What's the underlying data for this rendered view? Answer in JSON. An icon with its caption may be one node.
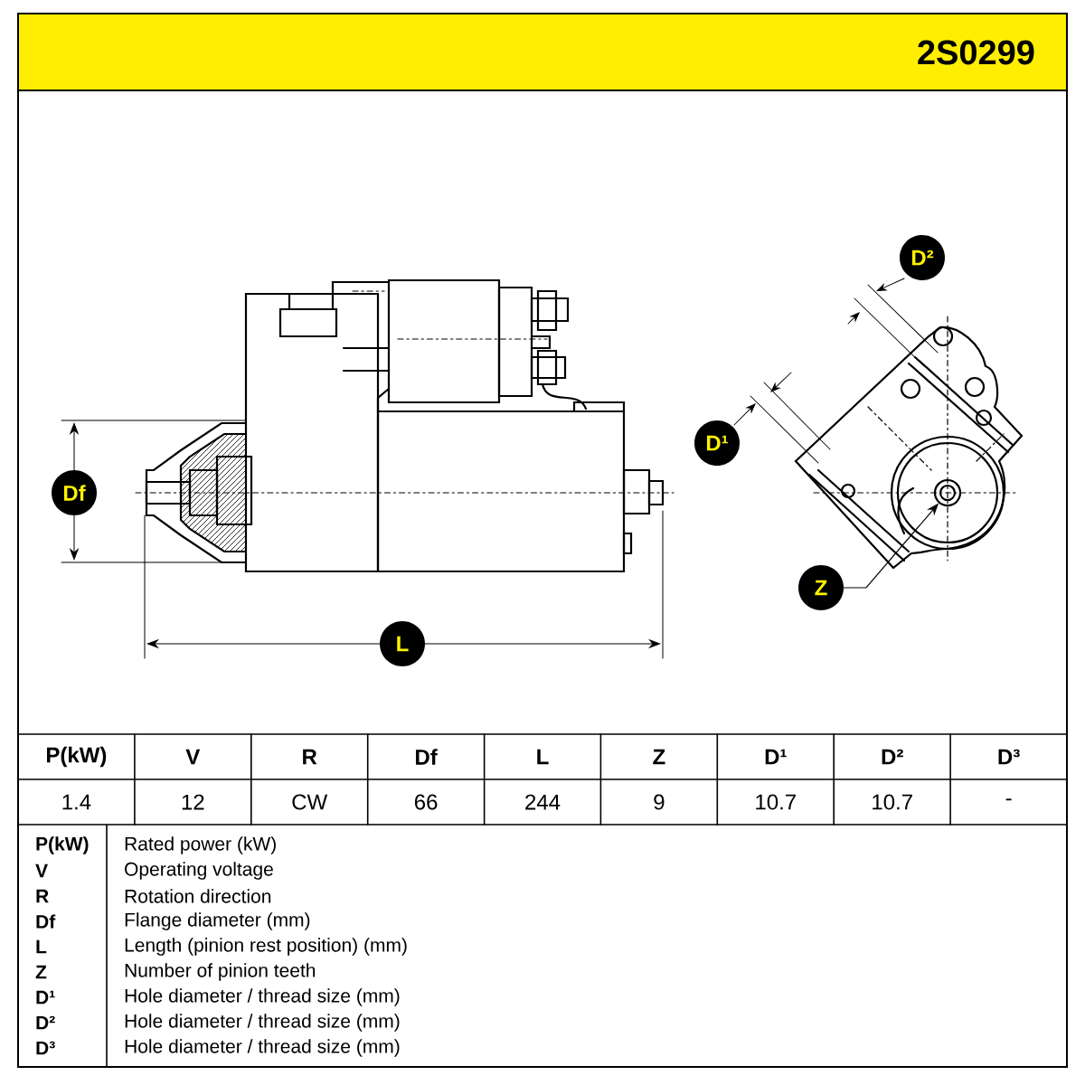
{
  "diagram": {
    "title": "2S0299",
    "nodes": [
      {
        "text": [
          "D²"
        ]
      },
      {
        "text": [
          "D¹"
        ]
      },
      {
        "text": [
          "Df"
        ]
      },
      {
        "text": [
          "Z"
        ]
      },
      {
        "text": [
          "L"
        ]
      },
      {
        "text": [],
        "shape": "circle"
      }
    ],
    "edges": [
      {
        "from": 3,
        "to": 5,
        "arrow": "to"
      }
    ],
    "labels": [
      "P(kW)",
      "V",
      "R",
      "Df",
      "L",
      "Z",
      "D¹",
      "D²",
      "D³",
      "1.4",
      "12",
      "CW",
      "66",
      "244",
      "9",
      "10.7",
      "10.7",
      "-",
      "P(kW)",
      "Rated power (kW)",
      "V",
      "Operating voltage",
      "R",
      "Rotation direction",
      "Df",
      "Flange diameter (mm)",
      "L",
      "Length (pinion rest position) (mm)",
      "Z",
      "Number of pinion teeth",
      "D¹",
      "Hole diameter / thread size (mm)",
      "D²",
      "Hole diameter / thread size (mm)",
      "D³",
      "Hole diameter / thread size (mm)"
    ]
  }
}
